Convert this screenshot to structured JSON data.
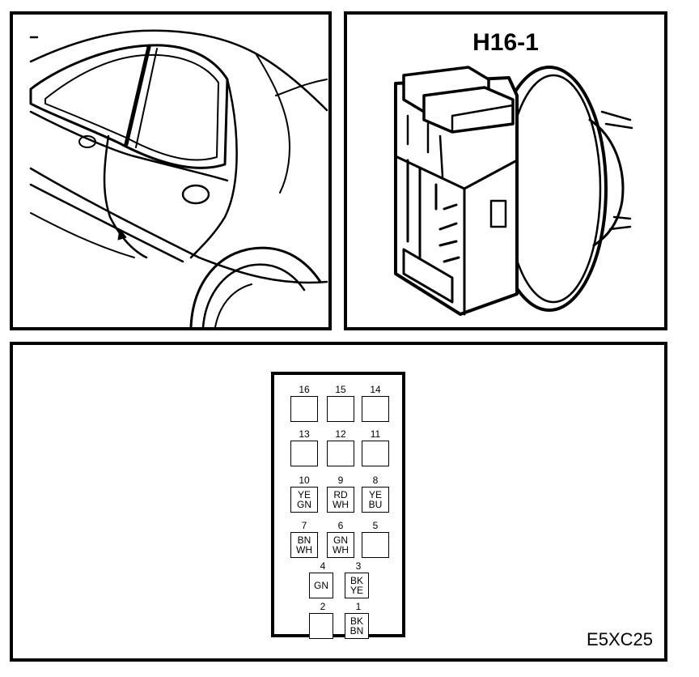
{
  "panels": {
    "car": {
      "icon": "car-rear-door-location-drawing"
    },
    "connector": {
      "title": "H16-1",
      "icon": "multi-pin-connector-drawing"
    },
    "pinout": {
      "figure_id": "E5XC25",
      "pins": [
        {
          "num": "16",
          "wires": []
        },
        {
          "num": "15",
          "wires": []
        },
        {
          "num": "14",
          "wires": []
        },
        {
          "num": "13",
          "wires": []
        },
        {
          "num": "12",
          "wires": []
        },
        {
          "num": "11",
          "wires": []
        },
        {
          "num": "10",
          "wires": [
            "YE",
            "GN"
          ]
        },
        {
          "num": "9",
          "wires": [
            "RD",
            "WH"
          ]
        },
        {
          "num": "8",
          "wires": [
            "YE",
            "BU"
          ]
        },
        {
          "num": "7",
          "wires": [
            "BN",
            "WH"
          ]
        },
        {
          "num": "6",
          "wires": [
            "GN",
            "WH"
          ]
        },
        {
          "num": "5",
          "wires": []
        },
        {
          "num": "4",
          "wires": [
            "GN"
          ]
        },
        {
          "num": "3",
          "wires": [
            "BK",
            "YE"
          ]
        },
        {
          "num": "2",
          "wires": []
        },
        {
          "num": "1",
          "wires": [
            "BK",
            "BN"
          ]
        }
      ]
    }
  }
}
